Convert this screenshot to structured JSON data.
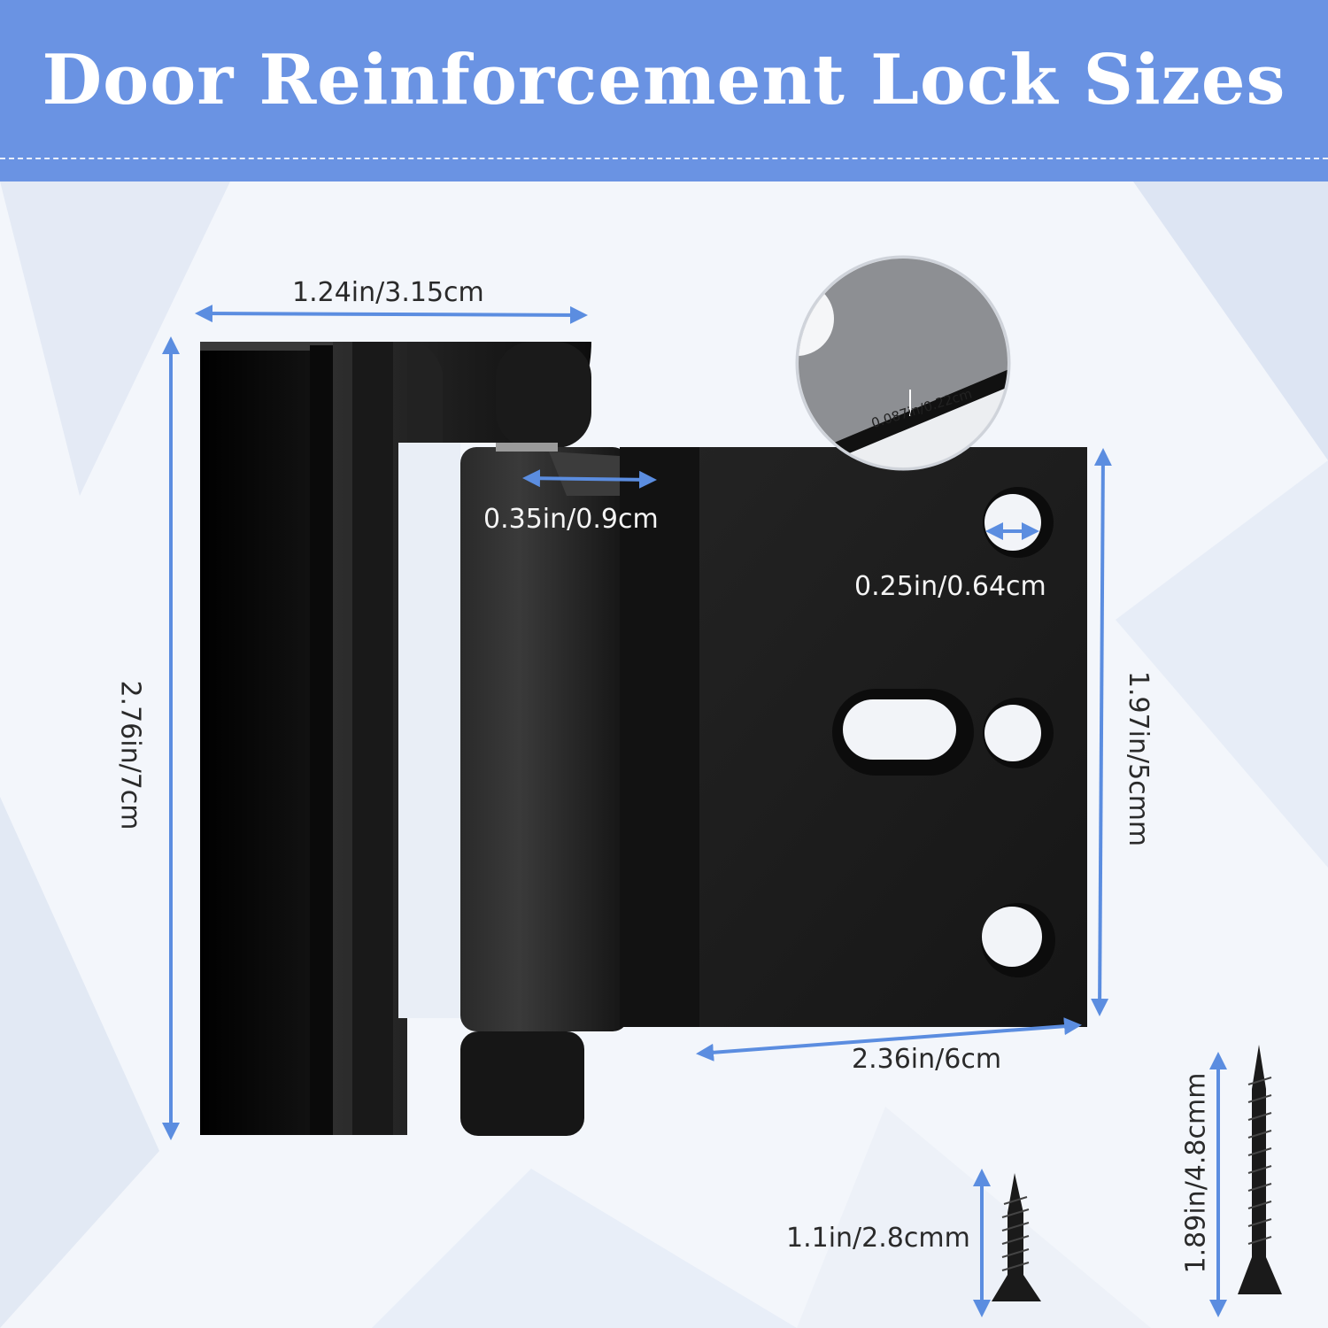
{
  "header": {
    "title": "Door Reinforcement Lock Sizes",
    "banner_color": "#6a93e3"
  },
  "dimensions": {
    "top_width": "1.24in/3.15cm",
    "total_height": "2.76in/7cm",
    "pin_width": "0.35in/0.9cm",
    "hole_diameter": "0.25in/0.64cm",
    "plate_height": "1.97in/5cmm",
    "plate_width": "2.36in/6cm",
    "plate_thickness": "0.087in/0.22cm",
    "short_screw": "1.1in/2.8cmm",
    "long_screw": "1.89in/4.8cmm"
  },
  "colors": {
    "arrow": "#5b8de0",
    "metal": "#1c1c1c",
    "background": "#eef2f8"
  }
}
